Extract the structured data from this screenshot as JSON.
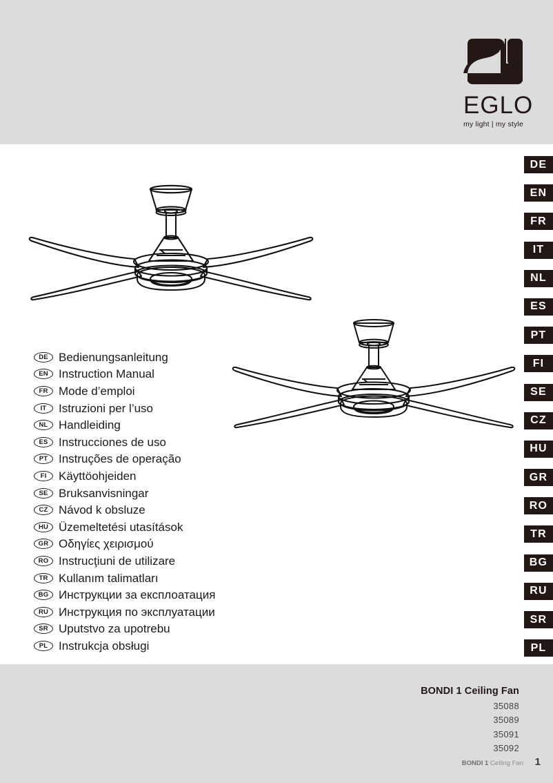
{
  "brand": {
    "name": "EGLO",
    "tagline": "my light | my style",
    "logo_icon": "eglo-lamp-mark"
  },
  "colors": {
    "band_gray": "#dcdcdc",
    "ink": "#231815",
    "tab_bg": "#231815",
    "tab_text": "#ffffff"
  },
  "language_tabs": [
    {
      "code": "DE"
    },
    {
      "code": "EN"
    },
    {
      "code": "FR"
    },
    {
      "code": "IT"
    },
    {
      "code": "NL"
    },
    {
      "code": "ES"
    },
    {
      "code": "PT"
    },
    {
      "code": "FI"
    },
    {
      "code": "SE"
    },
    {
      "code": "CZ"
    },
    {
      "code": "HU"
    },
    {
      "code": "GR"
    },
    {
      "code": "RO"
    },
    {
      "code": "TR"
    },
    {
      "code": "BG"
    },
    {
      "code": "RU"
    },
    {
      "code": "SR"
    },
    {
      "code": "PL"
    }
  ],
  "language_list": [
    {
      "code": "DE",
      "title": "Bedienungsanleitung"
    },
    {
      "code": "EN",
      "title": "Instruction Manual"
    },
    {
      "code": "FR",
      "title": "Mode d’emploi"
    },
    {
      "code": "IT",
      "title": "Istruzioni per l’uso"
    },
    {
      "code": "NL",
      "title": "Handleiding"
    },
    {
      "code": "ES",
      "title": "Instrucciones de uso"
    },
    {
      "code": "PT",
      "title": "Instruções de operação"
    },
    {
      "code": "FI",
      "title": "Käyttöohjeiden"
    },
    {
      "code": "SE",
      "title": "Bruksanvisningar"
    },
    {
      "code": "CZ",
      "title": "Návod k obsluze"
    },
    {
      "code": "HU",
      "title": "Üzemeltetési utasítások"
    },
    {
      "code": "GR",
      "title": "Οδηγίες χειρισμού"
    },
    {
      "code": "RO",
      "title": "Instrucţiuni de utilizare"
    },
    {
      "code": "TR",
      "title": "Kullanım talimatları"
    },
    {
      "code": "BG",
      "title": "Инструкции за експлоатация"
    },
    {
      "code": "RU",
      "title": "Инструкция по эксплуатации"
    },
    {
      "code": "SR",
      "title": "Uputstvo za upotrebu"
    },
    {
      "code": "PL",
      "title": "Instrukcja obsługi"
    }
  ],
  "product": {
    "title": "BONDI 1 Ceiling Fan",
    "codes": [
      "35088",
      "35089",
      "35091",
      "35092"
    ]
  },
  "footer": {
    "label_bold": "BONDI 1",
    "label_rest": " Ceiling Fan",
    "page_number": "1"
  },
  "illustrations": [
    {
      "name": "ceiling-fan-front-view-large"
    },
    {
      "name": "ceiling-fan-front-view-small"
    }
  ]
}
